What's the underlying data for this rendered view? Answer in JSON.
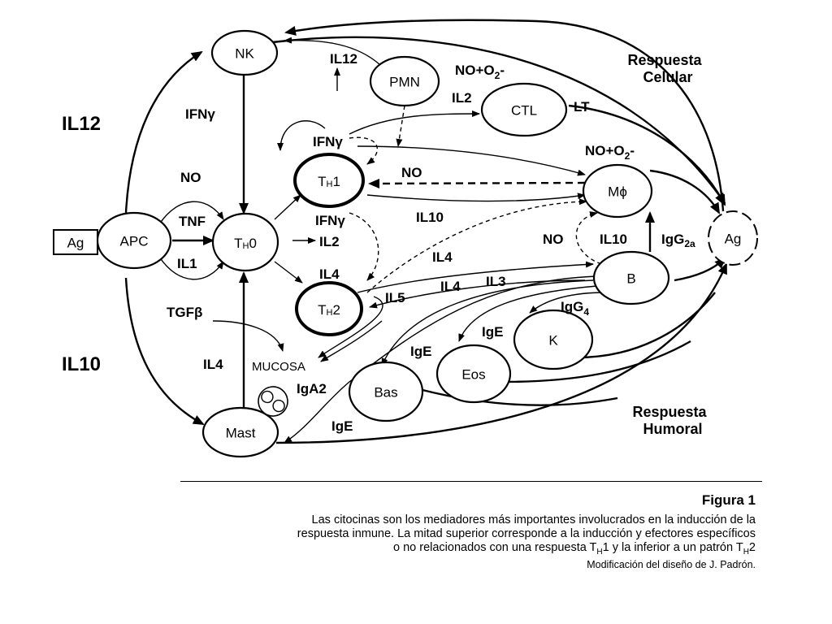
{
  "diagram": {
    "nodes": {
      "nk": "NK",
      "pmn": "PMN",
      "ctl": "CTL",
      "th1_main": "T",
      "th1_sub": "H",
      "th1_suffix": "1",
      "th0_main": "T",
      "th0_sub": "H",
      "th0_suffix": "0",
      "th2_main": "T",
      "th2_sub": "H",
      "th2_suffix": "2",
      "ag_left": "Ag",
      "apc": "APC",
      "macrophage": "Mϕ",
      "ag_right": "Ag",
      "b": "B",
      "k": "K",
      "eos": "Eos",
      "bas": "Bas",
      "mast": "Mast"
    },
    "side_labels": {
      "il12": "IL12",
      "il10": "IL10"
    },
    "regions": {
      "cellular_line1": "Respuesta",
      "cellular_line2": "Celular",
      "humoral_line1": "Respuesta",
      "humoral_line2": "Humoral"
    },
    "edge_labels": {
      "ifng_nk": "IFNγ",
      "il12_pmn": "IL12",
      "no_o2_top": "NO+O",
      "no_o2_top_sub": "2",
      "no_o2_top_suffix": "-",
      "il2_ctl": "IL2",
      "lt": "LT",
      "ifng_th1": "IFNγ",
      "no_th1": "NO",
      "no_o2_mac": "NO+O",
      "no_o2_mac_sub": "2",
      "no_o2_mac_suffix": "-",
      "no_apc": "NO",
      "tnf": "TNF",
      "il1": "IL1",
      "ifng_th0": "IFNγ",
      "il2_th0": "IL2",
      "il10_mid": "IL10",
      "il4_th0": "IL4",
      "il4_b": "IL4",
      "il5": "IL5",
      "il4_mid": "IL4",
      "il3": "IL3",
      "no_b": "NO",
      "il10_b": "IL10",
      "igg2a_main": "IgG",
      "igg2a_sub": "2a",
      "igg4_main": "IgG",
      "igg4_sub": "4",
      "tgfb": "TGFβ",
      "ige_k": "IgE",
      "ige_eos": "IgE",
      "il4_mast": "IL4",
      "mucosa": "MUCOSA",
      "iga2": "IgA2",
      "ige_mast": "IgE"
    }
  },
  "caption": {
    "title": "Figura 1",
    "line1": "Las citocinas son los mediadores más importantes involucrados en la inducción de la",
    "line2": "respuesta inmune. La mitad superior corresponde a la inducción y efectores específicos",
    "line3_pre": "o no relacionados con una respuesta T",
    "line3_sub1": "H",
    "line3_mid": "1 y la inferior a un patrón T",
    "line3_sub2": "H",
    "line3_end": "2",
    "credit": "Modificación del diseño de J. Padrón."
  }
}
